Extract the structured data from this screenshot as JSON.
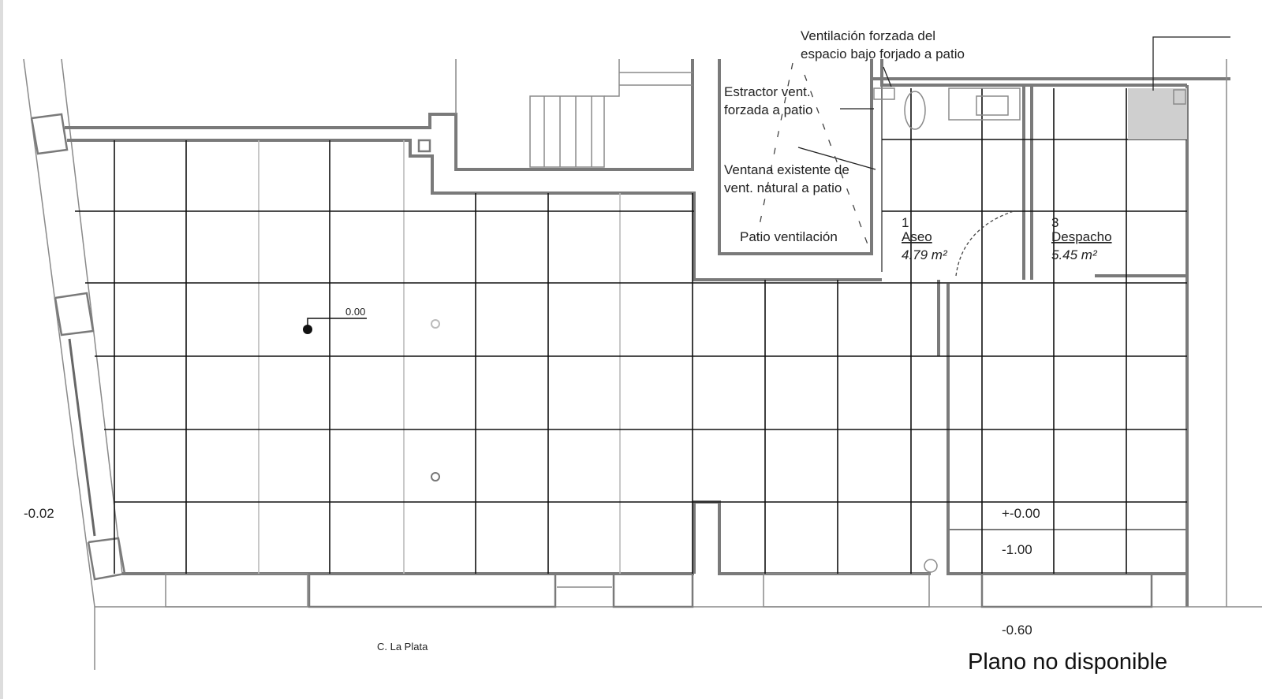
{
  "annotations": {
    "forced_ventilation": [
      "Ventilación forzada del",
      "espacio bajo forjado a patio"
    ],
    "extractor": [
      "Estractor vent.",
      "forzada a patio"
    ],
    "window": [
      "Ventana existente de",
      "vent. natural a patio"
    ],
    "patio": "Patio ventilación"
  },
  "rooms": [
    {
      "number": "1",
      "name": "Aseo",
      "area": "4.79 m²"
    },
    {
      "number": "3",
      "name": "Despacho",
      "area": "5.45 m²"
    }
  ],
  "levels": {
    "main": "0.00",
    "left": "-0.02",
    "step_top": "+-0.00",
    "step_low": "-1.00",
    "street": "-0.60"
  },
  "street_name": "C. La Plata",
  "notice": "Plano no disponible"
}
